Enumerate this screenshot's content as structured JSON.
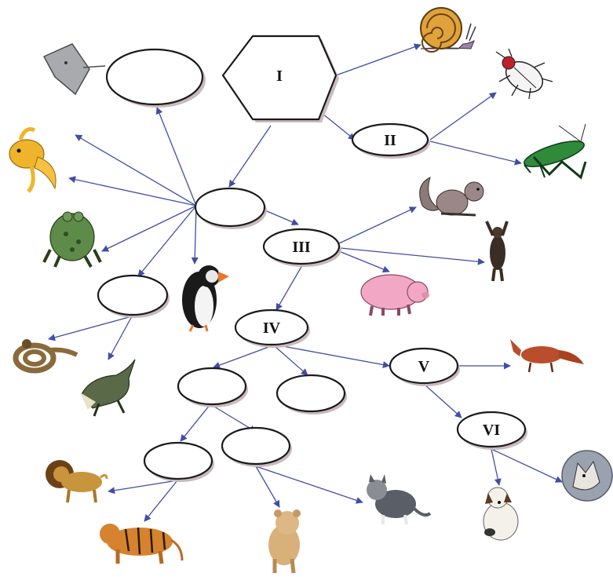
{
  "labels": {
    "I": "I",
    "II": "II",
    "III": "III",
    "IV": "IV",
    "V": "V",
    "VI": "VI"
  },
  "animals": [
    "snail",
    "beetle",
    "grasshopper",
    "squirrel",
    "monkey",
    "pig",
    "fox",
    "wolf",
    "dog",
    "cat",
    "lion-cub",
    "tiger",
    "lion",
    "crocodile",
    "snake",
    "puffin",
    "frog",
    "goldfish",
    "stingray"
  ],
  "colors": {
    "arrow": "#3f4ea6",
    "node_outline": "#1a1a1a",
    "node_shadow": "#c9b9bd"
  }
}
